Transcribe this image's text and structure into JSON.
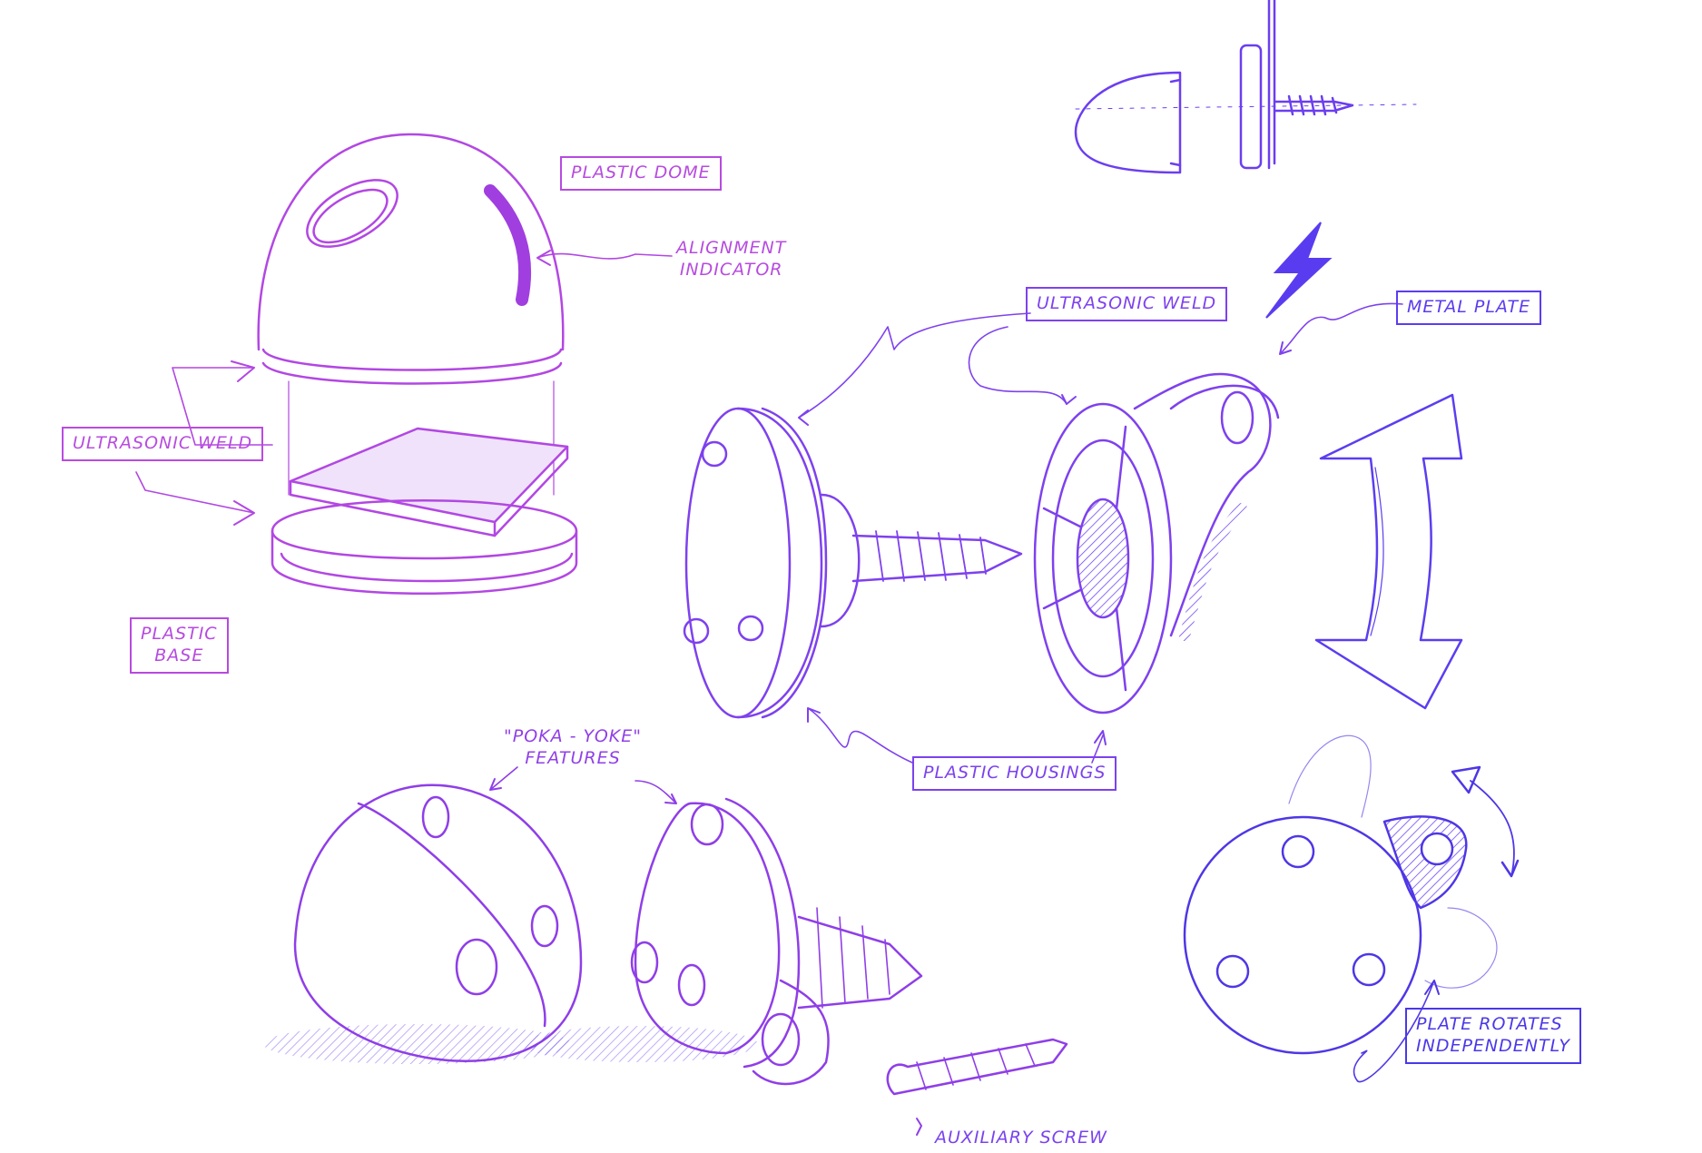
{
  "colors": {
    "ink_left": "#b94de0",
    "ink_mid": "#8a3ff0",
    "ink_right": "#4a38e8",
    "background": "#ffffff"
  },
  "labels": {
    "plastic_dome": "PLASTIC DOME",
    "alignment_line1": "ALIGNMENT",
    "alignment_line2": "INDICATOR",
    "weld_left": "ULTRASONIC WELD",
    "plastic_base_line1": "PLASTIC",
    "plastic_base_line2": "BASE",
    "weld_center": "ULTRASONIC WELD",
    "metal_plate": "METAL PLATE",
    "poka_line1": "\"POKA - YOKE\"",
    "poka_line2": "FEATURES",
    "plastic_housings": "PLASTIC HOUSINGS",
    "plate_rotates_line1": "PLATE ROTATES",
    "plate_rotates_line2": "INDEPENDENTLY",
    "aux_screw": "AUXILIARY SCREW"
  }
}
